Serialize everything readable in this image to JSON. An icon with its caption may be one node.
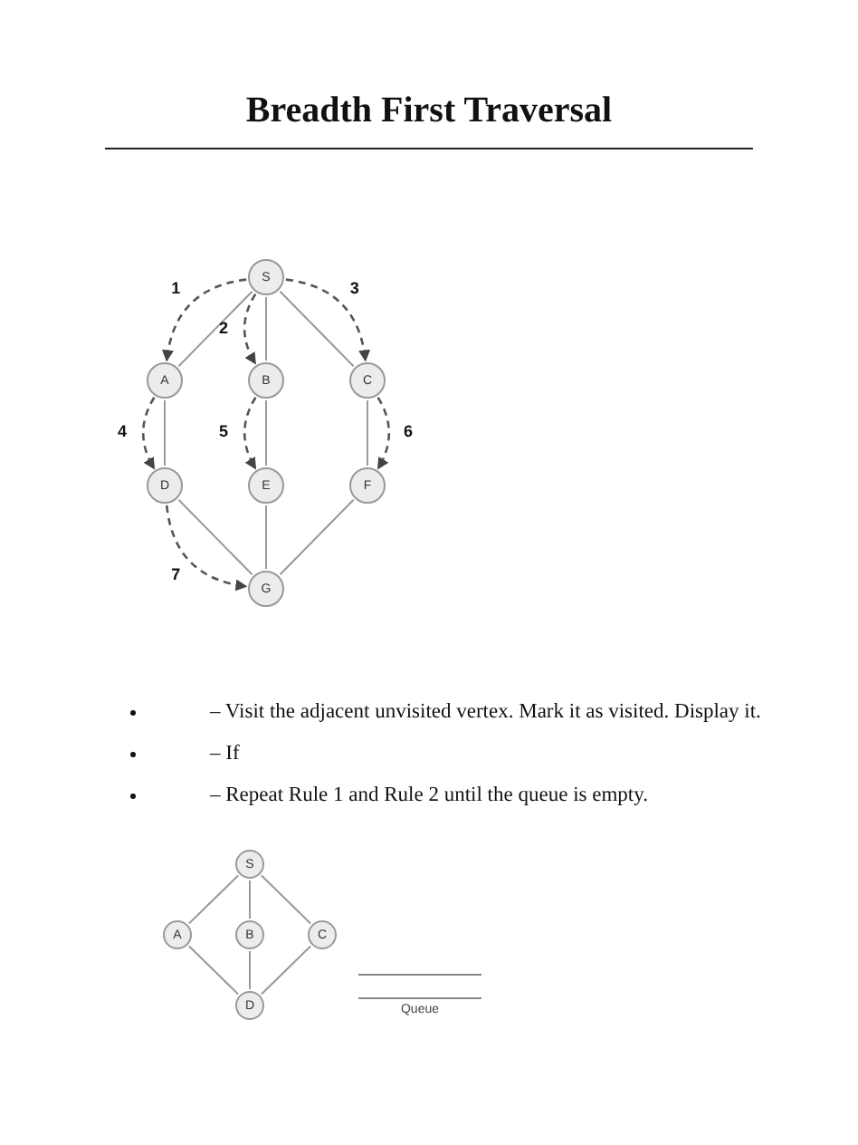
{
  "diagram": {
    "title": "Breadth First Traversal",
    "nodes": [
      {
        "text": [
          "S"
        ]
      },
      {
        "text": [
          "A"
        ]
      },
      {
        "text": [
          "B"
        ]
      },
      {
        "text": [
          "C"
        ]
      },
      {
        "text": [
          "D"
        ]
      },
      {
        "text": [
          "E"
        ]
      },
      {
        "text": [
          "F"
        ]
      },
      {
        "text": [
          "G"
        ]
      },
      {
        "text": [
          "S"
        ]
      },
      {
        "text": [
          "A"
        ]
      },
      {
        "text": [
          "B"
        ]
      },
      {
        "text": [
          "C"
        ]
      },
      {
        "text": [
          "D"
        ]
      }
    ],
    "edges": [
      {
        "from": 0,
        "to": 1,
        "arrow": "none"
      },
      {
        "from": 0,
        "to": 2,
        "arrow": "none"
      },
      {
        "from": 0,
        "to": 3,
        "arrow": "none"
      },
      {
        "from": 1,
        "to": 4,
        "arrow": "none"
      },
      {
        "from": 2,
        "to": 5,
        "arrow": "none"
      },
      {
        "from": 3,
        "to": 6,
        "arrow": "none"
      },
      {
        "from": 4,
        "to": 7,
        "arrow": "none"
      },
      {
        "from": 5,
        "to": 7,
        "arrow": "none"
      },
      {
        "from": 6,
        "to": 7,
        "arrow": "none"
      },
      {
        "from": 0,
        "to": 1,
        "arrow": "to",
        "label": "1",
        "style": "dashed"
      },
      {
        "from": 0,
        "to": 2,
        "arrow": "to",
        "label": "2",
        "style": "dashed"
      },
      {
        "from": 0,
        "to": 3,
        "arrow": "to",
        "label": "3",
        "style": "dashed"
      },
      {
        "from": 1,
        "to": 4,
        "arrow": "to",
        "label": "4",
        "style": "dashed"
      },
      {
        "from": 2,
        "to": 5,
        "arrow": "to",
        "label": "5",
        "style": "dashed"
      },
      {
        "from": 3,
        "to": 6,
        "arrow": "to",
        "label": "6",
        "style": "dashed"
      },
      {
        "from": 4,
        "to": 7,
        "arrow": "to",
        "label": "7",
        "style": "dashed"
      },
      {
        "from": 8,
        "to": 9,
        "arrow": "none"
      },
      {
        "from": 8,
        "to": 10,
        "arrow": "none"
      },
      {
        "from": 8,
        "to": 11,
        "arrow": "none"
      },
      {
        "from": 9,
        "to": 12,
        "arrow": "none"
      },
      {
        "from": 10,
        "to": 12,
        "arrow": "none"
      },
      {
        "from": 11,
        "to": 12,
        "arrow": "none"
      }
    ],
    "labels": [
      "– Visit the adjacent unvisited vertex. Mark it as visited. Display it.",
      "– If",
      "– Repeat Rule 1 and Rule 2 until the queue is empty.",
      "Queue"
    ]
  }
}
